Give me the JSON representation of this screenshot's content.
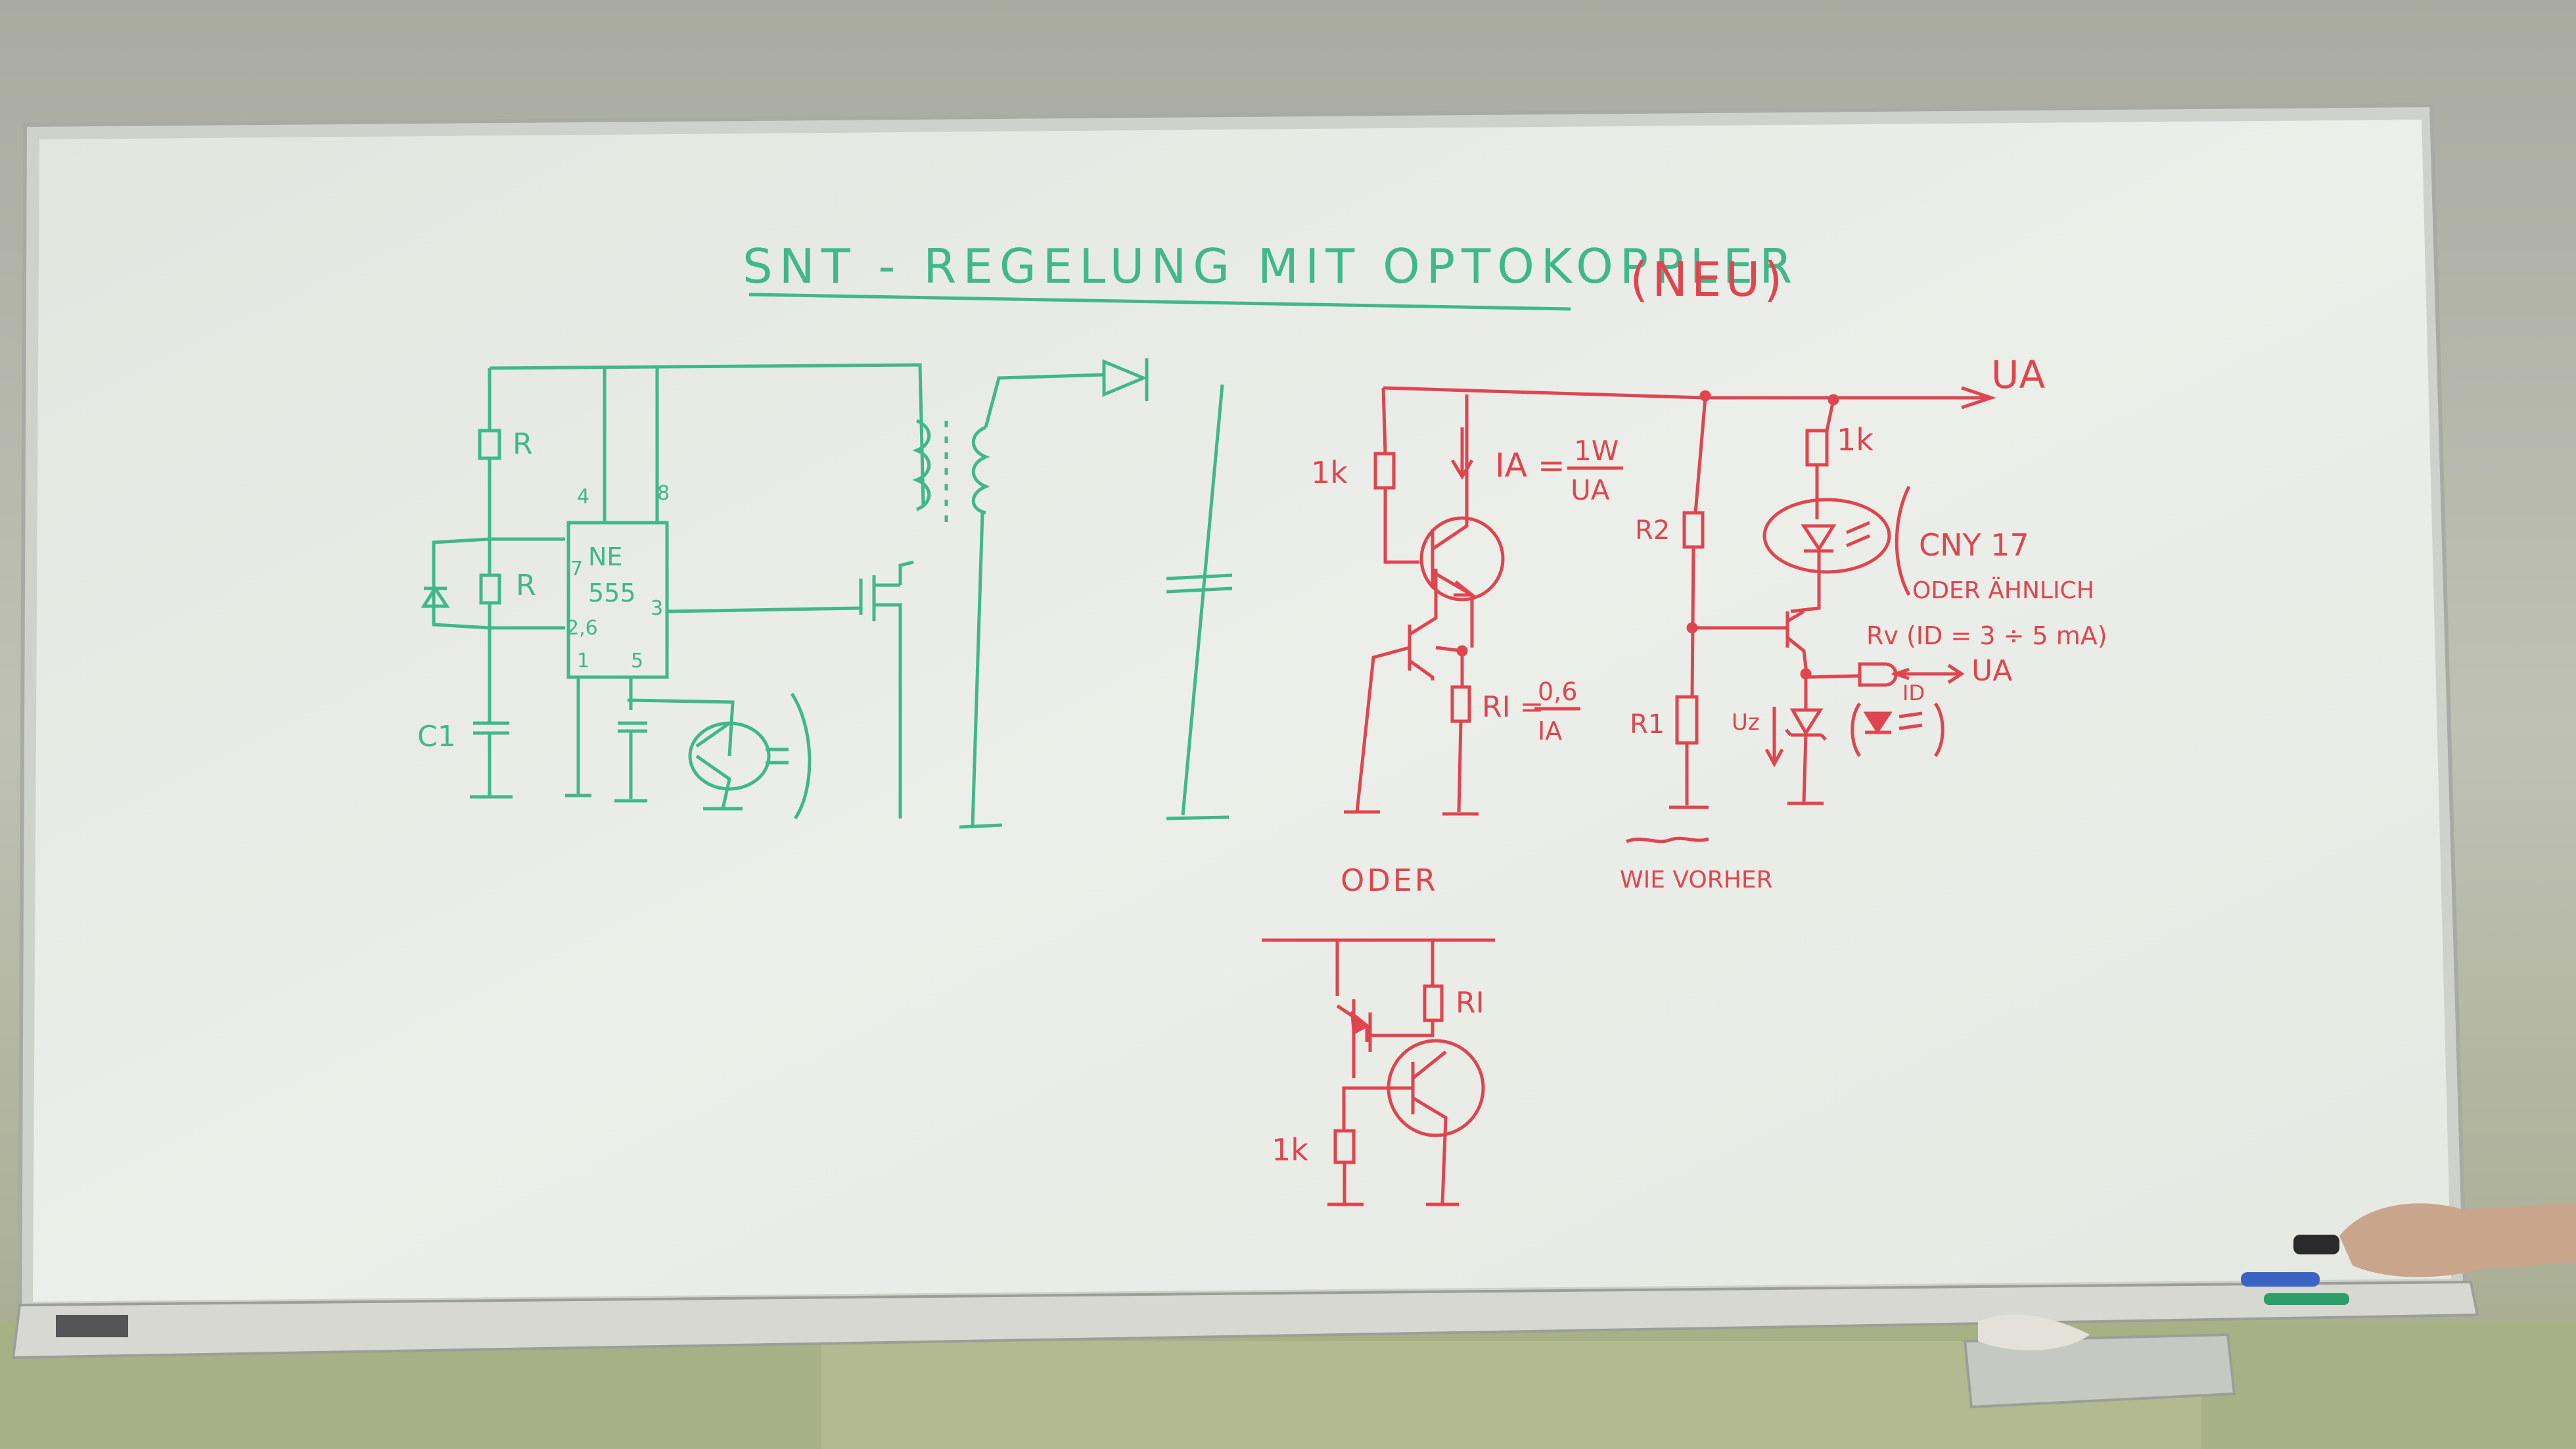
{
  "colors": {
    "board": "#e9ebe6",
    "frame": "#c9ccc4",
    "wall": "#b9bbae",
    "green_marker": "#3fb88a",
    "red_marker": "#e0454f"
  },
  "title": {
    "text": "SNT - REGELUNG MIT OPTOKOPPLER",
    "suffix": "(NEU)"
  },
  "green_circuit": {
    "resistor_top": "R",
    "resistor_mid": "R",
    "capacitor": "C1",
    "ic_name": "NE",
    "ic_number": "555",
    "pin_4": "4",
    "pin_8": "8",
    "pin_7": "7",
    "pin_26": "2,6",
    "pin_3": "3",
    "pin_1": "1",
    "pin_5": "5"
  },
  "red_circuit": {
    "output_label": "UA",
    "resistor_1k_left": "1k",
    "current_formula_lhs": "IA =",
    "current_formula_num": "1W",
    "current_formula_den": "UA",
    "sense_formula_lhs": "RI =",
    "sense_formula_num": "0,6",
    "sense_formula_den": "IA",
    "r2": "R2",
    "r1": "R1",
    "resistor_1k_right": "1k",
    "optocoupler": "CNY 17",
    "optocoupler_alt": "ODER ÄHNLICH",
    "rv_note": "Rv (ID = 3 ÷ 5 mA)",
    "rv_output": "UA",
    "id_label": "ID",
    "uz_label": "Uz",
    "oder": "ODER",
    "wie_vorher": "WIE VORHER"
  },
  "alt_circuit": {
    "ri": "RI",
    "resistor_1k": "1k"
  }
}
